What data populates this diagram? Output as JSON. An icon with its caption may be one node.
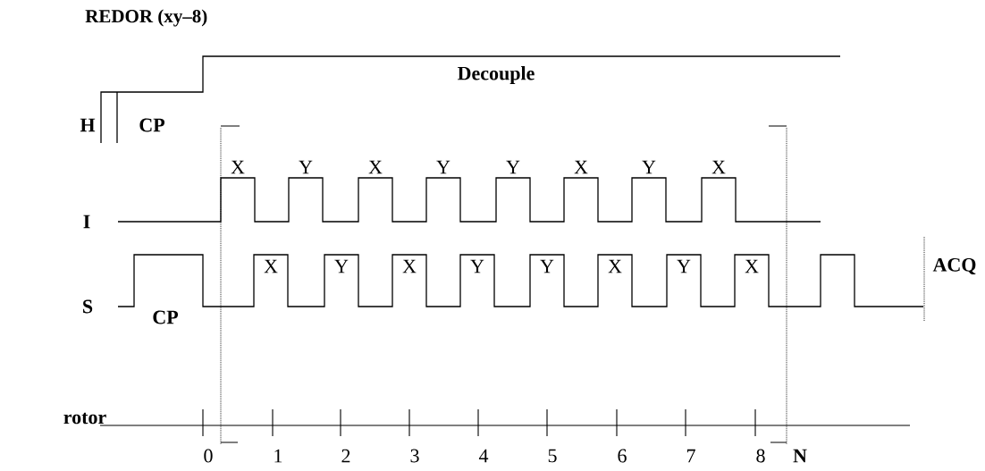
{
  "diagram": {
    "title": "REDOR (xy–8)",
    "labels": [
      "Decouple",
      "H",
      "CP",
      "X",
      "Y",
      "X",
      "Y",
      "Y",
      "X",
      "Y",
      "X",
      "I",
      "X",
      "Y",
      "X",
      "Y",
      "Y",
      "X",
      "Y",
      "X",
      "ACQ",
      "S",
      "CP",
      "rotor",
      "0",
      "1",
      "2",
      "3",
      "4",
      "5",
      "6",
      "7",
      "8",
      "N"
    ]
  }
}
